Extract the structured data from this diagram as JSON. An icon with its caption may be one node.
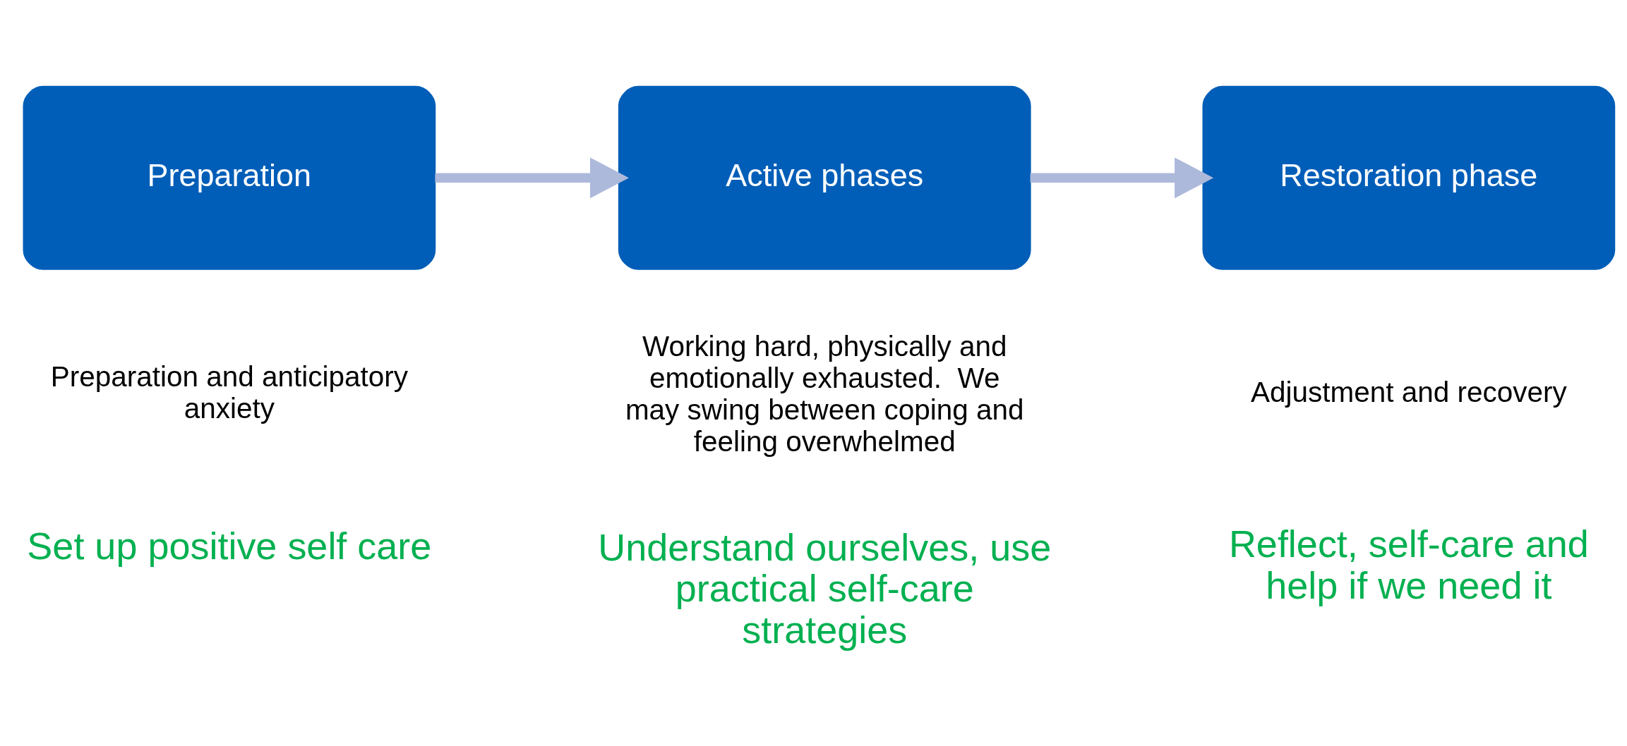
{
  "diagram": {
    "nodes": [
      {
        "text": [
          "Preparation"
        ]
      },
      {
        "text": [
          "Active phases"
        ]
      },
      {
        "text": [
          "Restoration phase"
        ]
      }
    ],
    "edges": [
      {
        "from": 0,
        "to": 1,
        "arrow": "to"
      },
      {
        "from": 1,
        "to": 2,
        "arrow": "to"
      }
    ],
    "labels": [
      "Preparation and anticipatory anxiety",
      "Working hard, physically and emotionally exhausted.  We may swing between coping and feeling overwhelmed",
      "Adjustment and recovery",
      "Set up positive self care",
      "Understand ourselves, use practical self-care strategies",
      "Reflect, self-care and help if we need it"
    ]
  }
}
